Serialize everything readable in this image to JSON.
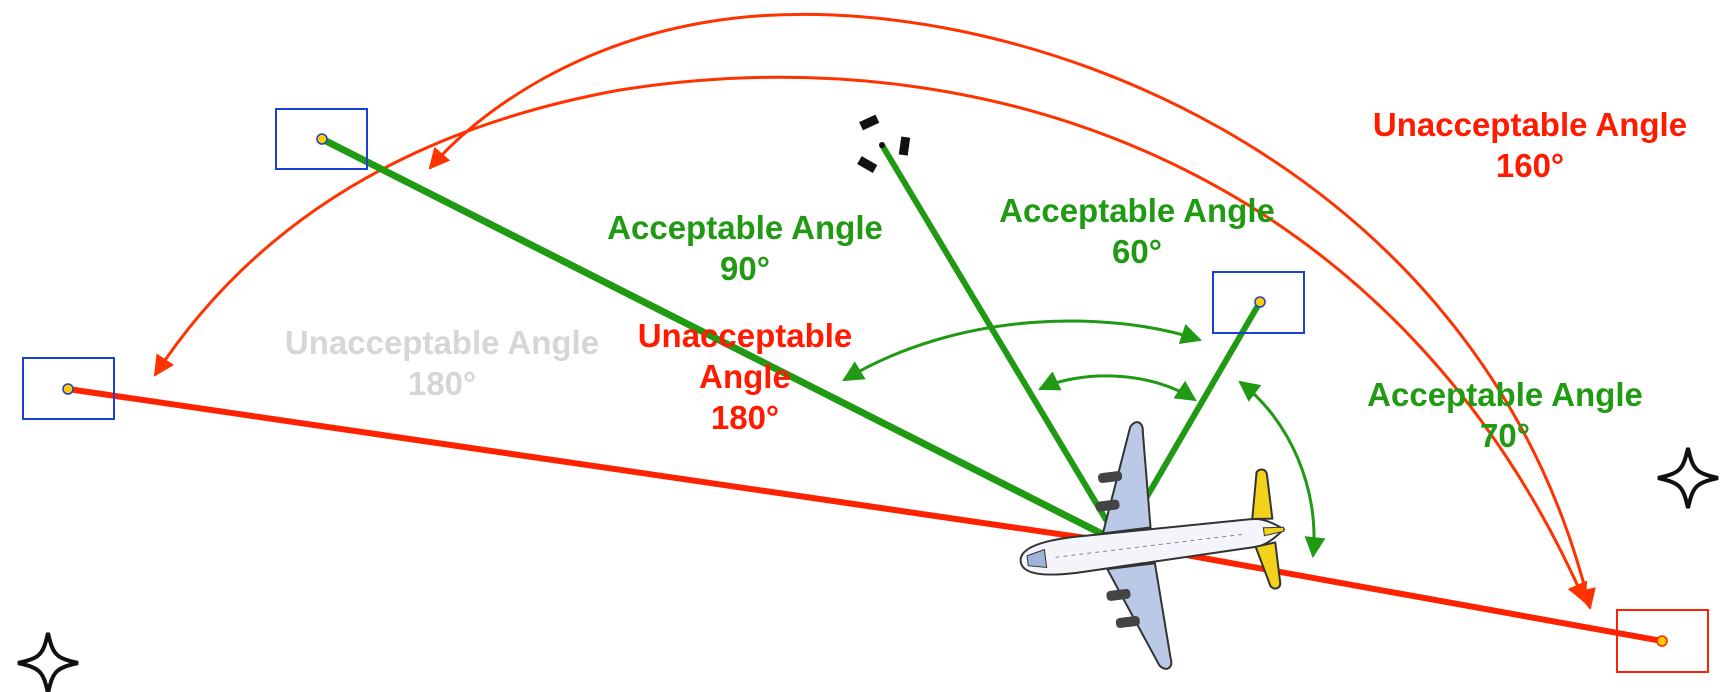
{
  "colors": {
    "acceptable": "#1f9a12",
    "unacceptable": "#ff1a00",
    "faded": "#d6d6d6",
    "arc_red": "#ff3300",
    "station_blue": "#1a3fd6",
    "station_red": "#ff2200",
    "dot_fill": "#ffcc00"
  },
  "labels": {
    "acc90": {
      "line1": "Acceptable Angle",
      "line2": "90°"
    },
    "acc60": {
      "line1": "Acceptable Angle",
      "line2": "60°"
    },
    "acc70": {
      "line1": "Acceptable Angle",
      "line2": "70°"
    },
    "unacc160": {
      "line1": "Unacceptable Angle",
      "line2": "160°"
    },
    "unacc180": {
      "line1": "Unacceptable",
      "line2": "Angle",
      "line3": "180°"
    },
    "faded180": {
      "line1": "Unacceptable Angle",
      "line2": "180°"
    }
  },
  "icons": {
    "aircraft": "airplane-icon",
    "compass_rose": "four-point-star-icon",
    "obscured_station": "dashed-marker-icon"
  }
}
